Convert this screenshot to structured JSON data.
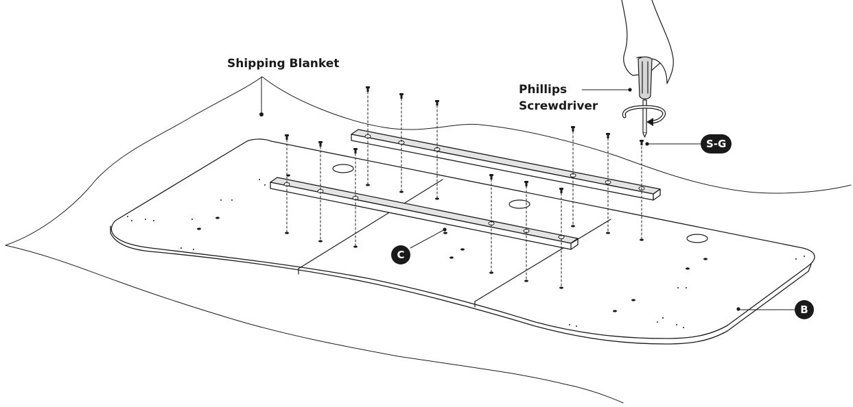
{
  "labels": {
    "blanket": "Shipping Blanket",
    "screwdriver_line1": "Phillips",
    "screwdriver_line2": "Screwdriver",
    "screw_part": "S-G",
    "desktop_part": "B",
    "brace_part": "C"
  },
  "colors": {
    "ink": "#1a1a1a",
    "rail_fill": "#e4e4e4",
    "handle_fill": "#d6d6d6"
  },
  "icons": {
    "rotation": "clockwise-rotation-arrow-icon",
    "screw": "screw-icon",
    "hand": "hand-icon"
  }
}
